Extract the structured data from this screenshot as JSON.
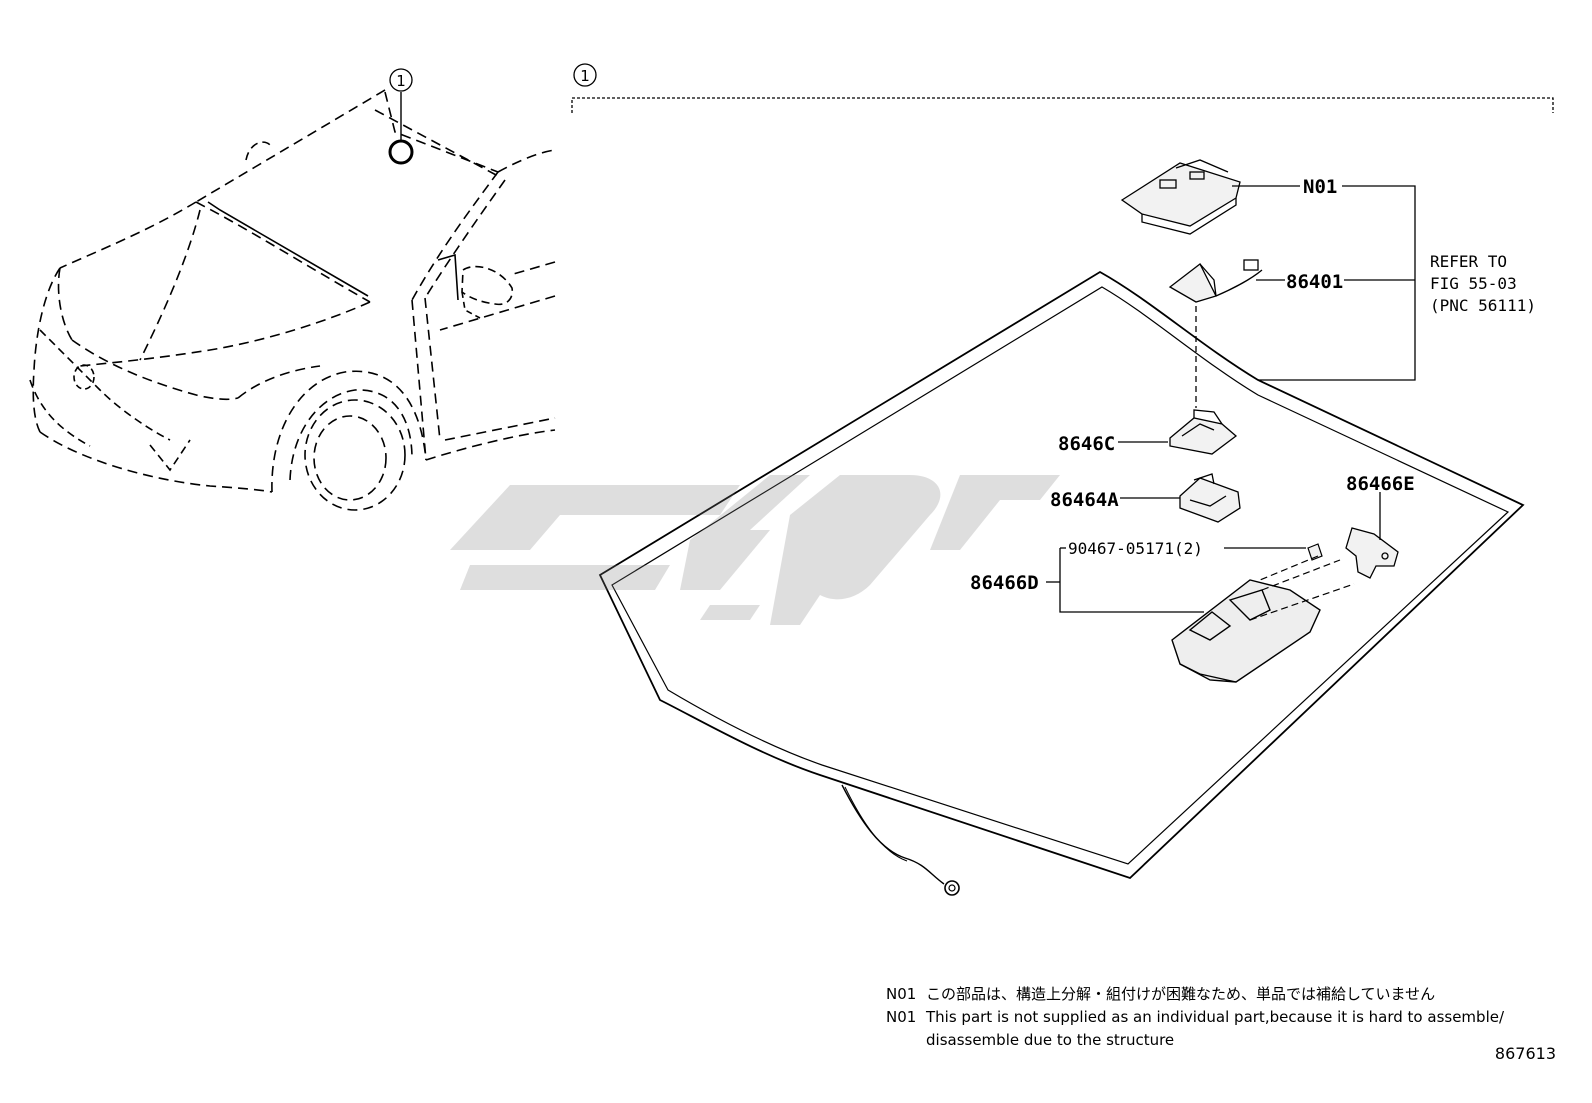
{
  "callouts": {
    "car_ref": "1",
    "group_ref": "1"
  },
  "parts": {
    "n01": "N01",
    "p86401": "86401",
    "p8646c": "8646C",
    "p86464a": "86464A",
    "p86466e": "86466E",
    "p90467": "90467-05171(2)",
    "p86466d": "86466D"
  },
  "refer": {
    "line1": "REFER TO",
    "line2": "FIG 55-03",
    "line3": "(PNC 56111)"
  },
  "notes": {
    "tag1": "N01",
    "jp": "この部品は、構造上分解・組付けが困難なため、単品では補給していません",
    "tag2": "N01",
    "en1": "This part is not supplied as an individual part,because it is hard to assemble/",
    "en2": "disassemble due to the structure"
  },
  "figure_id": "867613",
  "watermark": {
    "color": "#808080"
  }
}
